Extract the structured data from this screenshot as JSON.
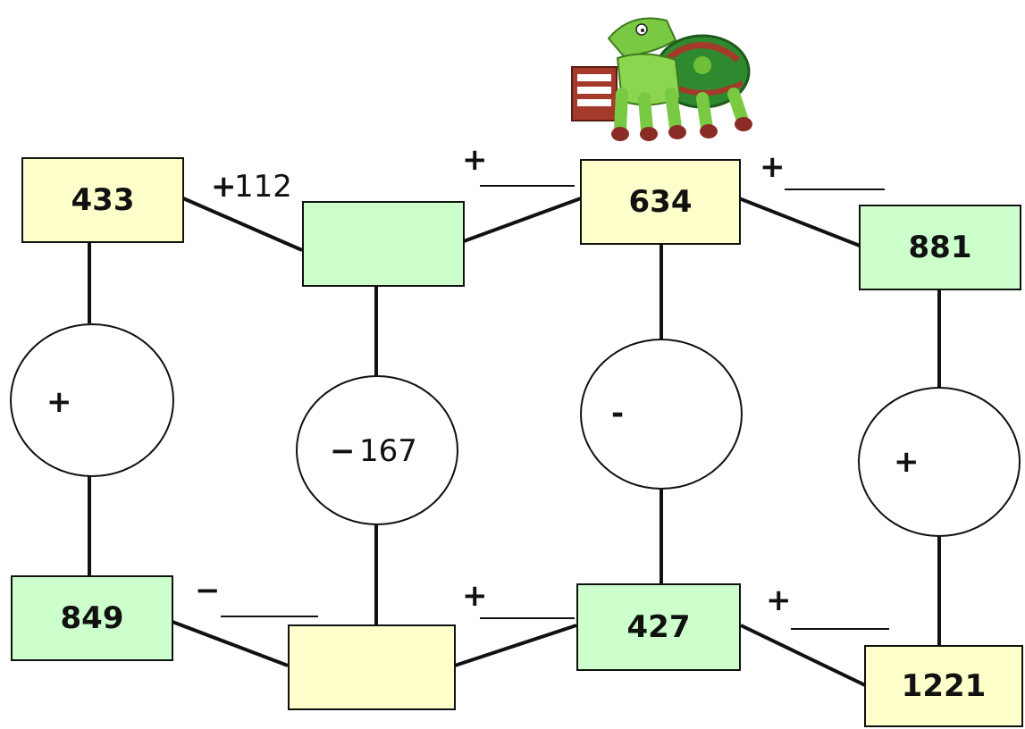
{
  "boxes": {
    "b433": "433",
    "b_top_blank": "",
    "b634": "634",
    "b881": "881",
    "b849": "849",
    "b_bottom_blank": "",
    "b427": "427",
    "b1221": "1221"
  },
  "circles": {
    "c1_op": "+",
    "c2_op": "−",
    "c2_num": "167",
    "c3_op": "-",
    "c4_op": "+"
  },
  "edges": {
    "e1_op": "+",
    "e1_num": "112",
    "e2_op": "+",
    "e3_op": "+",
    "e4_op": "−",
    "e5_op": "+",
    "e6_op": "+"
  },
  "colors": {
    "yellow_box": "#ffffcc",
    "green_box": "#ccffcc",
    "lines": "#111111"
  },
  "icons": {
    "mascot": "crocodile-turtle-mascot-icon"
  }
}
